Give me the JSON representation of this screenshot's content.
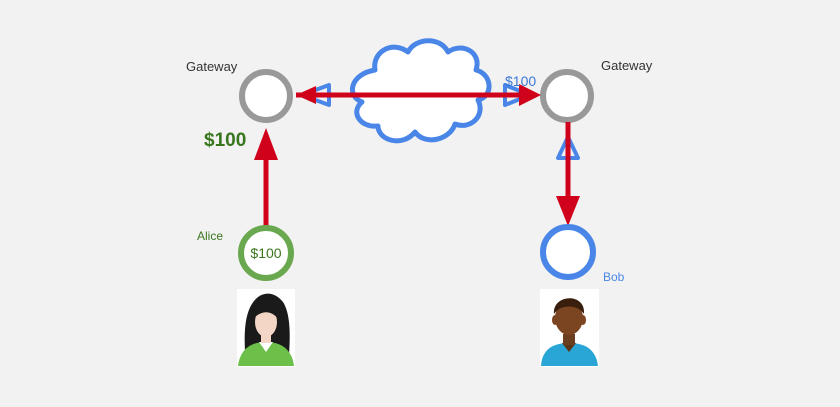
{
  "gateway_left": {
    "label": "Gateway"
  },
  "gateway_right": {
    "label": "Gateway",
    "amount": "$100"
  },
  "alice": {
    "label": "Alice",
    "balance": "$100"
  },
  "bob": {
    "label": "Bob"
  },
  "transfer_amount": "$100",
  "colors": {
    "arrow": "#d0021b",
    "gateway": "#999999",
    "bob": "#4a86e8",
    "alice": "#6aa84f",
    "amount_green": "#38761d",
    "amount_blue": "#3c78d8",
    "cloud": "#4a86e8"
  }
}
